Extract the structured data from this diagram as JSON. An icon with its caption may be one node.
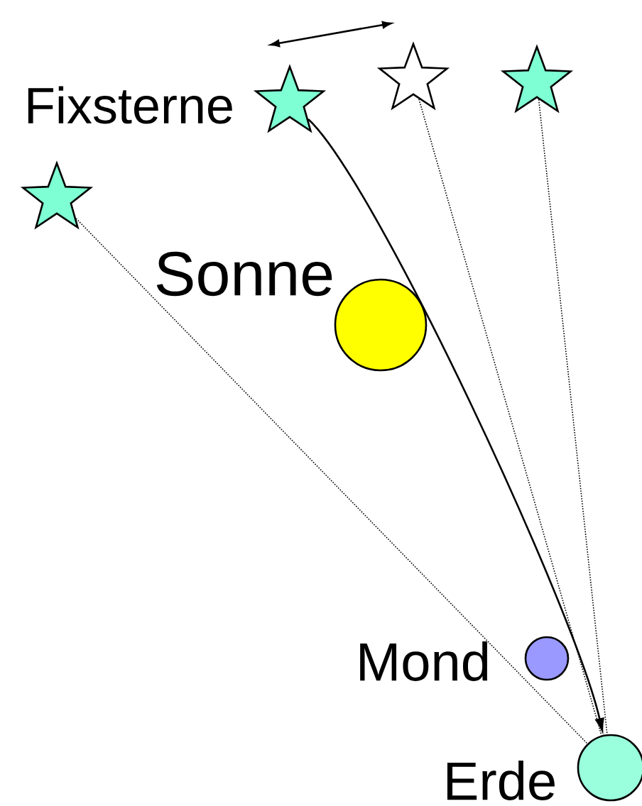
{
  "diagram": {
    "nodes": [
      {
        "text": [],
        "shape": "star"
      },
      {
        "text": [],
        "shape": "star"
      },
      {
        "text": [],
        "shape": "star"
      },
      {
        "text": [],
        "shape": "star"
      },
      {
        "text": [],
        "shape": "circle",
        "beside": [
          "Sonne"
        ]
      },
      {
        "text": [],
        "shape": "circle",
        "beside": [
          "Mond"
        ]
      },
      {
        "text": [],
        "shape": "circle",
        "beside": [
          "Erde"
        ]
      }
    ],
    "edges": [
      {
        "from": 0,
        "to": 6,
        "arrow": "none",
        "style": "dashed"
      },
      {
        "from": 1,
        "to": 6,
        "arrow": "to"
      },
      {
        "from": 2,
        "to": 6,
        "arrow": "none",
        "style": "dashed"
      },
      {
        "from": 3,
        "to": 6,
        "arrow": "none",
        "style": "dashed"
      }
    ],
    "labels": [
      "Fixsterne"
    ]
  }
}
